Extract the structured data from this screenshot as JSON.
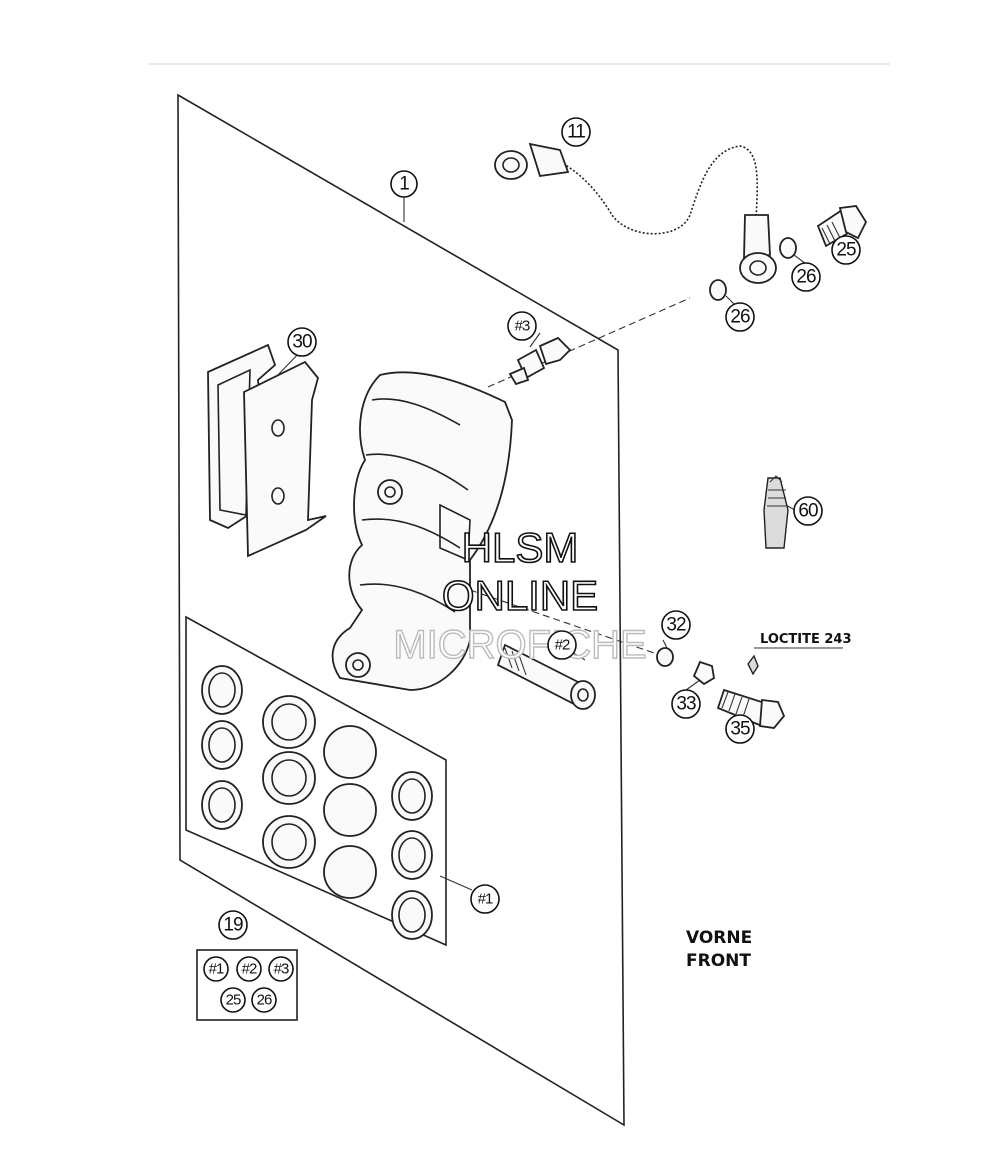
{
  "callouts": {
    "c1": "1",
    "c11": "11",
    "c25": "25",
    "c26a": "26",
    "c26b": "26",
    "c30": "30",
    "c3": "#3",
    "c60": "60",
    "c32": "32",
    "c2": "#2",
    "c33": "33",
    "c35": "35",
    "c1b": "#1",
    "c19": "19",
    "kit1": "#1",
    "kit2": "#2",
    "kit3": "#3",
    "kit25": "25",
    "kit26": "26"
  },
  "labels": {
    "loctite": "LOCTITE 243",
    "vorne": "VORNE",
    "front": "FRONT"
  },
  "watermark": {
    "line1": "HLSM",
    "line2": "ONLINE",
    "line3": "MICROFICHE"
  }
}
